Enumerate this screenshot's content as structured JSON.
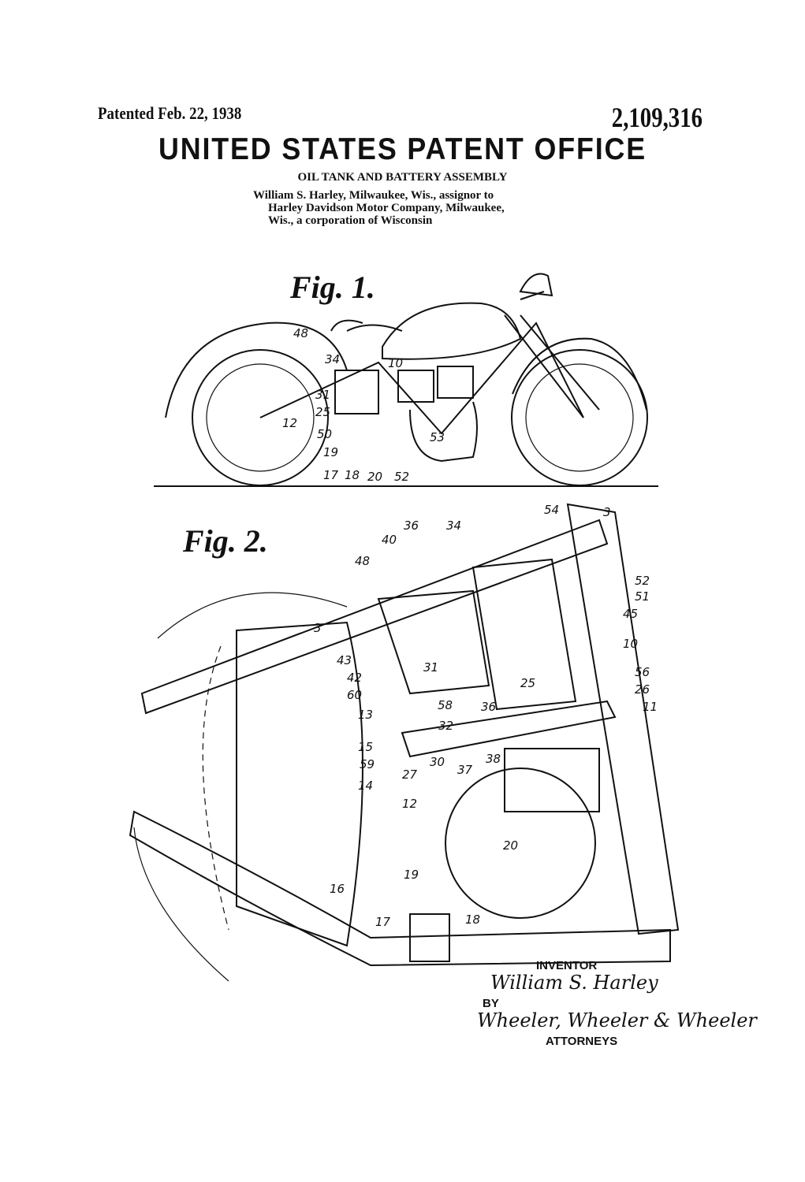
{
  "header": {
    "patented": "Patented Feb. 22, 1938",
    "patent_number": "2,109,316",
    "office": "UNITED STATES PATENT OFFICE",
    "title": "OIL TANK AND BATTERY ASSEMBLY",
    "assignment": [
      "William S. Harley, Milwaukee, Wis., assignor to",
      "Harley Davidson Motor Company, Milwaukee,",
      "Wis., a corporation of Wisconsin"
    ]
  },
  "fig1": {
    "label": "Fig. 1.",
    "numerals": [
      "48",
      "34",
      "10",
      "31",
      "25",
      "12",
      "50",
      "19",
      "53",
      "17",
      "18",
      "20",
      "52"
    ]
  },
  "fig2": {
    "label": "Fig. 2.",
    "numerals": [
      "36",
      "34",
      "54",
      "3",
      "40",
      "48",
      "52",
      "51",
      "45",
      "3",
      "10",
      "56",
      "26",
      "11",
      "43",
      "42",
      "31",
      "25",
      "60",
      "58",
      "36",
      "13",
      "32",
      "15",
      "59",
      "27",
      "30",
      "37",
      "38",
      "14",
      "12",
      "20",
      "19",
      "16",
      "17",
      "18"
    ]
  },
  "signature": {
    "inventor_label": "INVENTOR",
    "inventor_signature": "William S. Harley",
    "by_label": "BY",
    "attorneys_signature": "Wheeler, Wheeler & Wheeler",
    "attorneys_label": "ATTORNEYS"
  }
}
